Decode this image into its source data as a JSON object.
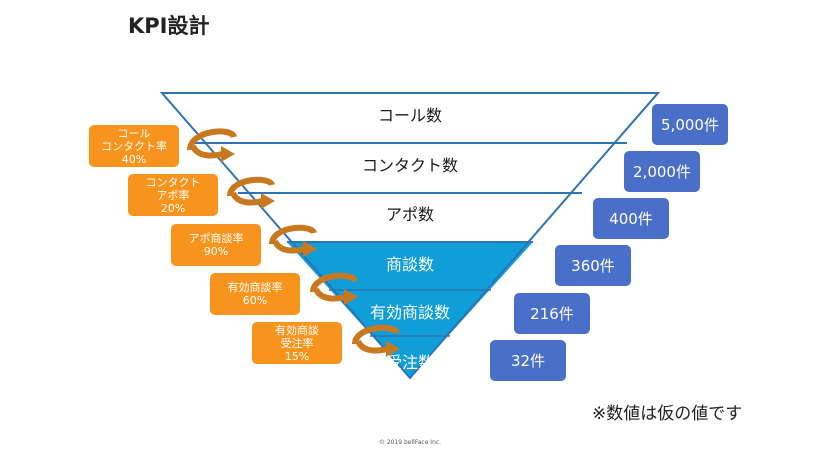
{
  "title": "KPI設計",
  "funnel": {
    "stages": [
      {
        "label": "コール数",
        "rate_lines": [
          "コール",
          "コンタクト率",
          "40%"
        ],
        "count": "5,000件"
      },
      {
        "label": "コンタクト数",
        "rate_lines": [
          "コンタクト",
          "アポ率",
          "20%"
        ],
        "count": "2,000件"
      },
      {
        "label": "アポ数",
        "rate_lines": [
          "アポ商談率",
          "90%"
        ],
        "count": "400件"
      },
      {
        "label": "商談数",
        "rate_lines": [
          "有効商談率",
          "60%"
        ],
        "count": "360件"
      },
      {
        "label": "有効商談数",
        "rate_lines": [
          "有効商談",
          "受注率",
          "15%"
        ],
        "count": "216件"
      },
      {
        "label": "受注数",
        "count": "32件"
      }
    ]
  },
  "note": "※数値は仮の値です",
  "copyright": "© 2019 bellFace Inc.",
  "colors": {
    "funnel_line": "#2e74b5",
    "funnel_fill": "#0f9ed8",
    "rate_box": "#f7941d",
    "arrow": "#c8781e",
    "count_box": "#4a6fc8"
  }
}
